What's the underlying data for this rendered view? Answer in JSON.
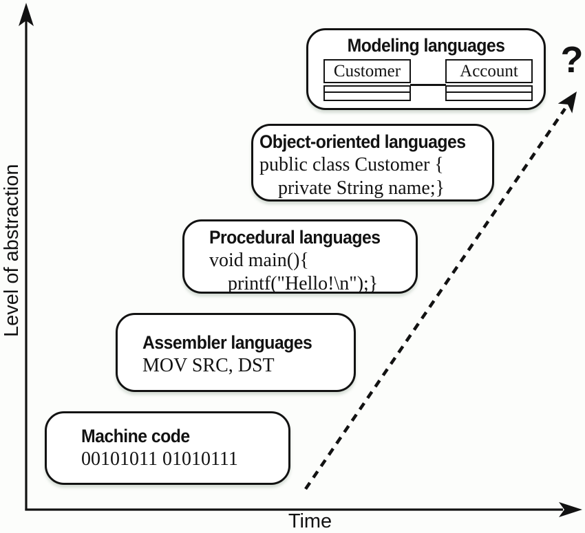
{
  "colors": {
    "ink": "#121212",
    "paper": "#fcfdfb"
  },
  "axes": {
    "y_label": "Level of abstraction",
    "x_label": "Time"
  },
  "future_marker": "?",
  "boxes": [
    {
      "id": "machine-code",
      "title": "Machine code",
      "lines": [
        "00101011 01010111"
      ]
    },
    {
      "id": "assembler-languages",
      "title": "Assembler languages",
      "lines": [
        "MOV SRC, DST"
      ]
    },
    {
      "id": "procedural-languages",
      "title": "Procedural languages",
      "lines": [
        "void main(){",
        "printf(\"Hello!\\n\");}"
      ]
    },
    {
      "id": "object-oriented-languages",
      "title": "Object-oriented languages",
      "lines": [
        "public class Customer {",
        "private String name;}"
      ]
    },
    {
      "id": "modeling-languages",
      "title": "Modeling languages",
      "uml_classes": [
        "Customer",
        "Account"
      ]
    }
  ]
}
